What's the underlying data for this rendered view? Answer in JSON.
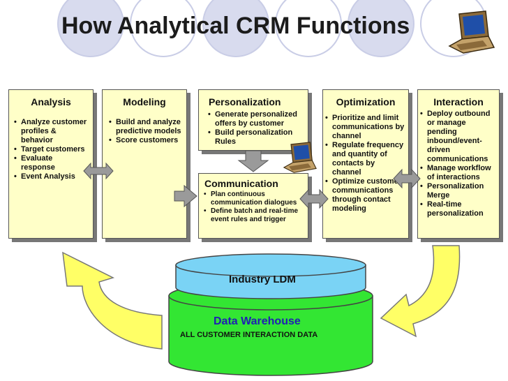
{
  "title": "How Analytical CRM Functions",
  "panels": {
    "analysis": {
      "title": "Analysis",
      "items": [
        "Analyze customer profiles & behavior",
        "Target customers",
        "Evaluate response",
        "Event Analysis"
      ]
    },
    "modeling": {
      "title": "Modeling",
      "items": [
        "Build and analyze predictive models",
        "Score customers"
      ]
    },
    "personalization": {
      "title": "Personalization",
      "items": [
        "Generate personalized offers by customer",
        "Build personalization Rules"
      ]
    },
    "communication": {
      "title": "Communication",
      "items": [
        "Plan continuous communication dialogues",
        "Define batch and real-time event rules and trigger"
      ]
    },
    "optimization": {
      "title": "Optimization",
      "items": [
        "Prioritize and limit communications  by channel",
        "Regulate frequency and quantity of contacts by channel",
        "Optimize customer communications through contact modeling"
      ]
    },
    "interaction": {
      "title": "Interaction",
      "items": [
        "Deploy outbound or manage pending inbound/event-driven communications",
        "Manage workflow of interactions",
        "Personalization Merge",
        "Real-time personalization"
      ]
    }
  },
  "database": {
    "ldm_label": "Industry LDM",
    "warehouse_label": "Data Warehouse",
    "warehouse_sub": "ALL CUSTOMER INTERACTION DATA"
  },
  "colors": {
    "panel_fill": "#ffffc8",
    "arrow_yellow": "#ffff66",
    "ldm_fill": "#7ad3f5",
    "warehouse_fill": "#33e633",
    "warehouse_text": "#1f1fb4"
  }
}
